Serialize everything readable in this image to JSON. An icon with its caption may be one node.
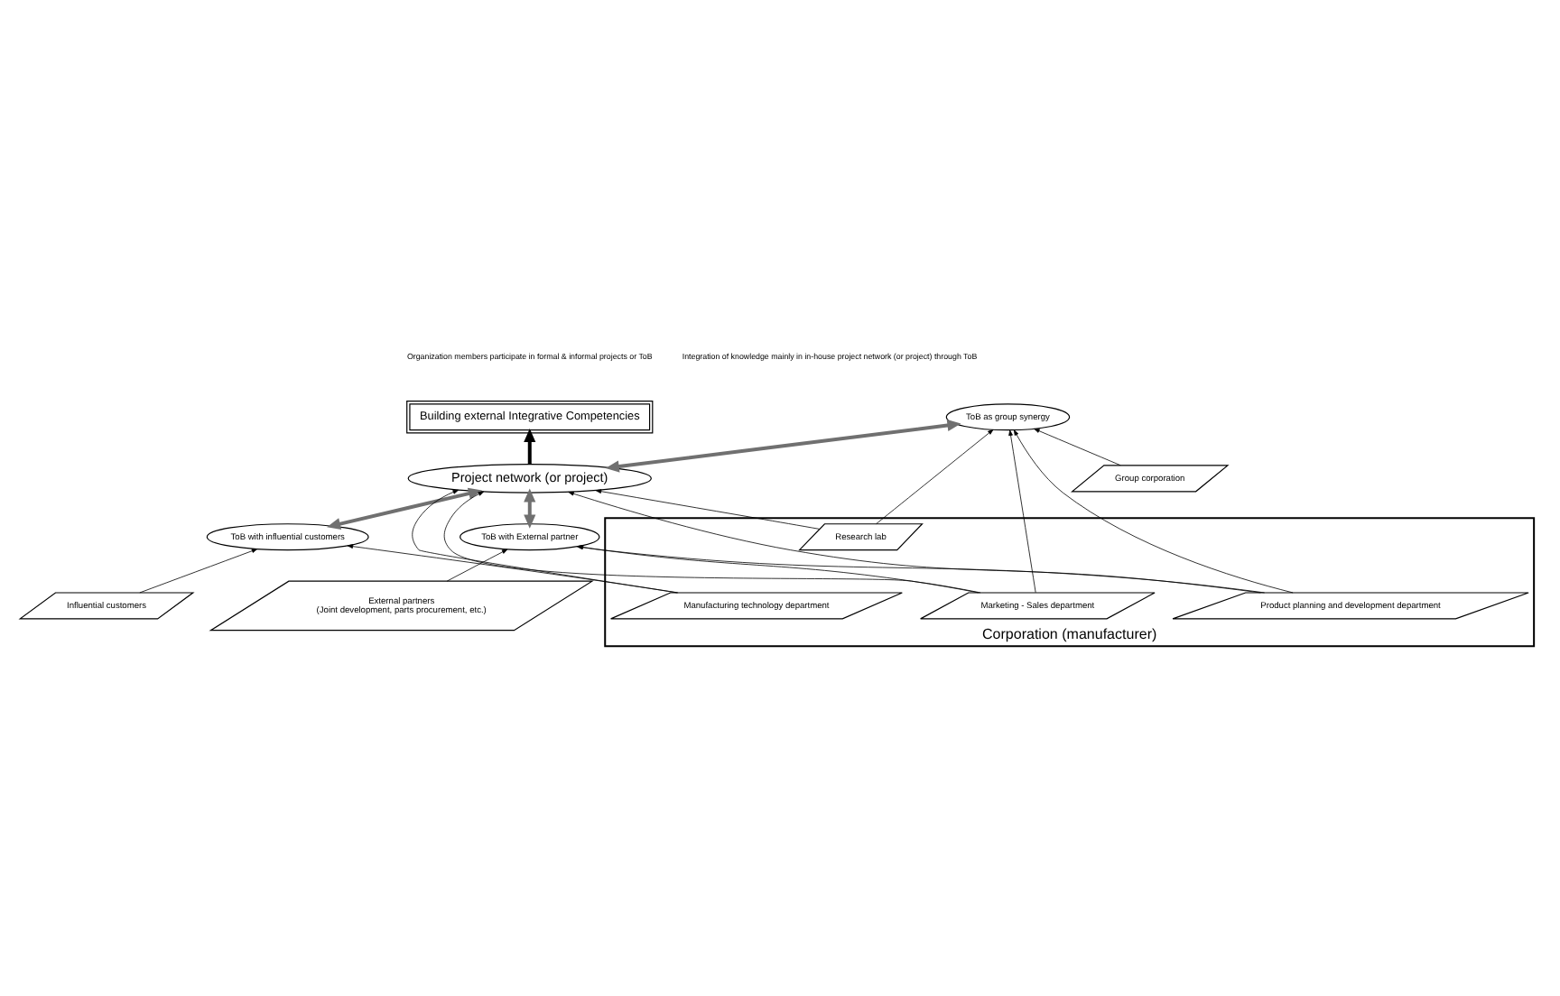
{
  "diagram": {
    "nodes": [
      {
        "text": [
          "Building external Integrative Competencies"
        ]
      },
      {
        "text": [
          "ToB with External partner"
        ]
      },
      {
        "text": [
          "Project network (or project)"
        ]
      },
      {
        "text": [
          "ToB with influential customers"
        ]
      },
      {
        "text": [
          "ToB as group synergy"
        ]
      },
      {
        "text": [
          "Influential customers"
        ]
      },
      {
        "text": [
          "External partners",
          "(Joint development, parts procurement, etc.)"
        ]
      },
      {
        "text": [
          "Corporation (manufacturer)"
        ]
      },
      {
        "text": [
          "Marketing - Sales department"
        ],
        "in": 7
      },
      {
        "text": [
          "Product planning and development department"
        ],
        "in": 7
      },
      {
        "text": [
          "Manufacturing technology department"
        ],
        "in": 7
      },
      {
        "text": [
          "Research lab"
        ],
        "in": 7
      },
      {
        "text": [
          "Group corporation"
        ]
      }
    ],
    "edges": [
      {
        "from": 2,
        "to": 0,
        "arrow": "to",
        "style": "thick"
      },
      {
        "from": 1,
        "to": 2,
        "arrow": "both",
        "style": "thick",
        "color": "#707070"
      },
      {
        "from": 3,
        "to": 2,
        "arrow": "both",
        "style": "thick",
        "color": "#707070"
      },
      {
        "from": 2,
        "to": 4,
        "arrow": "both",
        "style": "thick",
        "color": "#707070"
      },
      {
        "from": 5,
        "to": 3,
        "arrow": "to"
      },
      {
        "from": 6,
        "to": 1,
        "arrow": "to"
      },
      {
        "from": 8,
        "to": 1,
        "arrow": "to"
      },
      {
        "from": 9,
        "to": 1,
        "arrow": "to"
      },
      {
        "from": 10,
        "to": 3,
        "arrow": "to"
      },
      {
        "from": 8,
        "to": 2,
        "arrow": "to"
      },
      {
        "from": 10,
        "to": 2,
        "arrow": "to"
      },
      {
        "from": 11,
        "to": 2,
        "arrow": "to"
      },
      {
        "from": 9,
        "to": 2,
        "arrow": "to"
      },
      {
        "from": 8,
        "to": 4,
        "arrow": "to"
      },
      {
        "from": 9,
        "to": 4,
        "arrow": "to"
      },
      {
        "from": 11,
        "to": 4,
        "arrow": "to"
      },
      {
        "from": 12,
        "to": 4,
        "arrow": "to"
      }
    ],
    "legend": [
      {
        "text": "Organization members participate in formal & informal projects or ToB"
      },
      {
        "text": "Integration of knowledge mainly in in-house project network (or project) through ToB"
      }
    ]
  }
}
